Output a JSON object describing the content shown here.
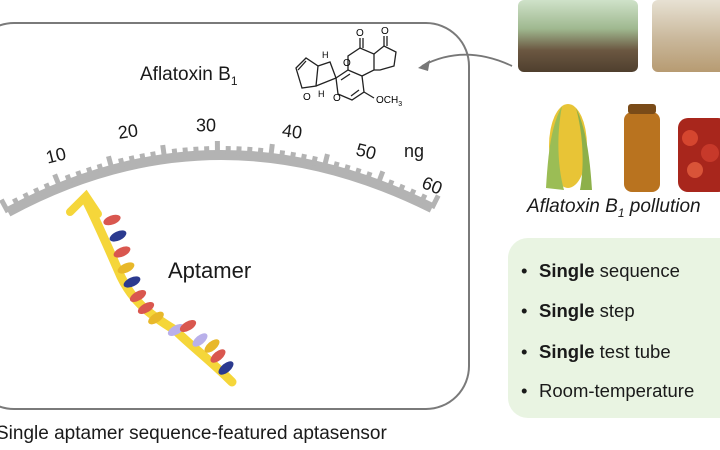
{
  "left_panel": {
    "molecule_title": "Aflatoxin B",
    "molecule_subscript": "1",
    "methoxy_label": "OCH",
    "methoxy_subscript": "3",
    "h_label": "H",
    "o_label": "O",
    "aptamer_label": "Aptamer",
    "caption": "Single aptamer sequence-featured aptasensor"
  },
  "gauge": {
    "unit": "ng",
    "tick_labels": [
      "10",
      "20",
      "30",
      "40",
      "50",
      "60"
    ]
  },
  "right_panel": {
    "caption_main": "Aflatoxin B",
    "caption_subscript": "1",
    "caption_tail": " pollution",
    "features": [
      {
        "bold": "Single",
        "rest": " sequence"
      },
      {
        "bold": "Single",
        "rest": " step"
      },
      {
        "bold": "Single",
        "rest": " test tube"
      },
      {
        "bold": "",
        "rest": "Room-temperature"
      }
    ]
  },
  "colors": {
    "panel_border": "#7a7a7a",
    "gauge": "#b3b3b3",
    "strand": "#f5d63a",
    "base_red": "#d9574f",
    "base_blue": "#2b3a8f",
    "base_lilac": "#b9b0ea",
    "base_yellow": "#e8b82a",
    "feature_box": "#e9f4e2"
  }
}
